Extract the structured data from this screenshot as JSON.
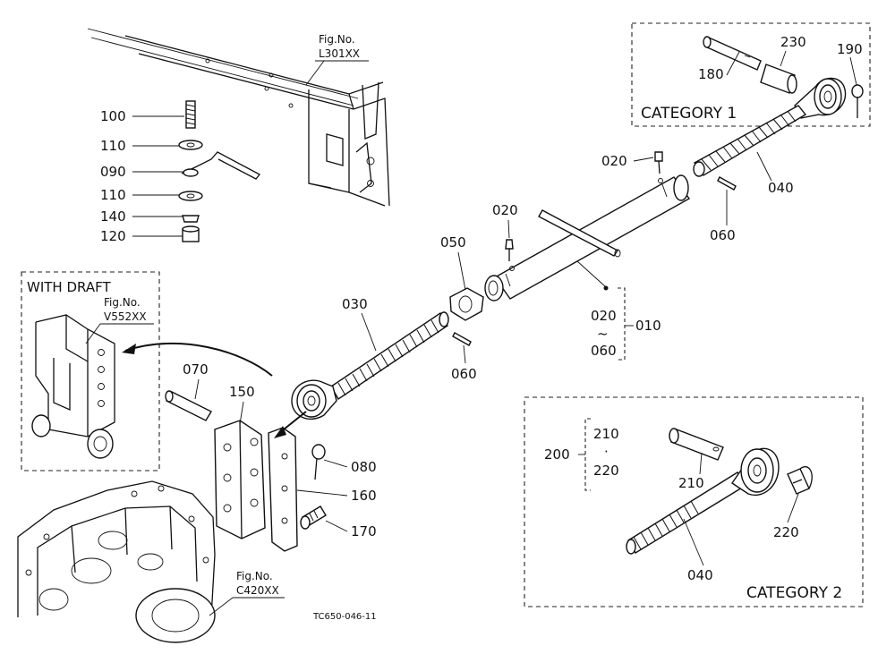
{
  "fig_refs": {
    "frame": {
      "line1": "Fig.No.",
      "line2": "L301XX"
    },
    "draft": {
      "line1": "Fig.No.",
      "line2": "V552XX"
    },
    "housing": {
      "line1": "Fig.No.",
      "line2": "C420XX"
    }
  },
  "boxes": {
    "with_draft": "WITH DRAFT",
    "category_1": "CATEGORY 1",
    "category_2": "CATEGORY 2"
  },
  "labels": {
    "p100": "100",
    "p110a": "110",
    "p090": "090",
    "p110b": "110",
    "p140": "140",
    "p120": "120",
    "p180": "180",
    "p230": "230",
    "p190": "190",
    "p020a": "020",
    "p040a": "040",
    "p060a": "060",
    "p020b": "020",
    "p050": "050",
    "p030": "030",
    "p020c": "020",
    "p060r": "060",
    "p010": "010",
    "p060b": "060",
    "p070": "070",
    "p150": "150",
    "p080": "080",
    "p160": "160",
    "p170": "170",
    "p200": "200",
    "p210a": "210",
    "p220a": "220",
    "p210b": "210",
    "p220b": "220",
    "p040b": "040"
  },
  "range_separator": "~",
  "dot_separator": "·",
  "drawing_code": "TC650-046-11"
}
